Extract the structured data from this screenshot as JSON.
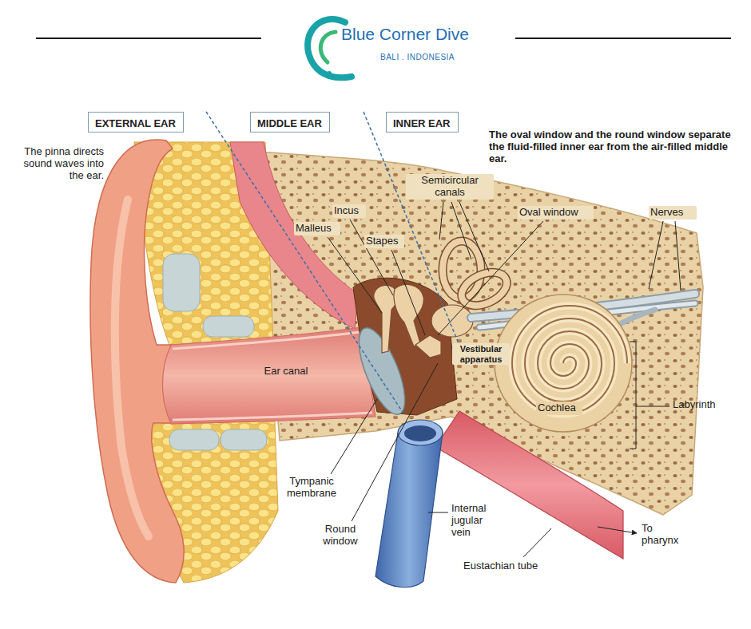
{
  "diagram": {
    "nodes": [
      {
        "text": [
          "EXTERNAL EAR"
        ]
      },
      {
        "text": [
          "MIDDLE EAR"
        ]
      },
      {
        "text": [
          "INNER EAR"
        ]
      }
    ],
    "labels": [
      "Blue Corner Dive",
      "BALI . INDONESIA",
      "The pinna directs sound waves into the ear.",
      "The oval window and the round window separate the fluid-filled inner ear from the air-filled middle ear.",
      "Semicircular canals",
      "Oval window",
      "Nerves",
      "Incus",
      "Malleus",
      "Stapes",
      "Vestibular apparatus",
      "Ear canal",
      "Cochlea",
      "Labyrinth",
      "Tympanic membrane",
      "Round window",
      "Internal jugular vein",
      "To pharynx",
      "Eustachian tube"
    ]
  }
}
